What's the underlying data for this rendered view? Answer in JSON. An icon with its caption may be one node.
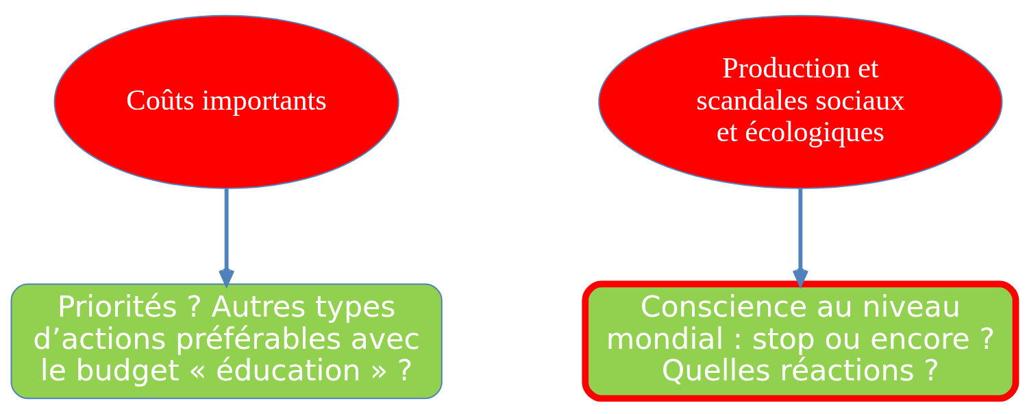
{
  "diagram": {
    "nodes": [
      {
        "text": [
          "Coûts importants"
        ]
      },
      {
        "text": [
          "Production et scandales sociaux et écologiques"
        ]
      },
      {
        "text": [
          "Priorités ? Autres types d’actions préférables avec le budget « éducation » ?"
        ]
      },
      {
        "text": [
          "Conscience au niveau mondial : stop ou encore ? Quelles réactions ?"
        ]
      }
    ],
    "edges": [
      {
        "from": 0,
        "to": 2,
        "arrow": "to"
      },
      {
        "from": 1,
        "to": 3,
        "arrow": "to"
      }
    ]
  }
}
